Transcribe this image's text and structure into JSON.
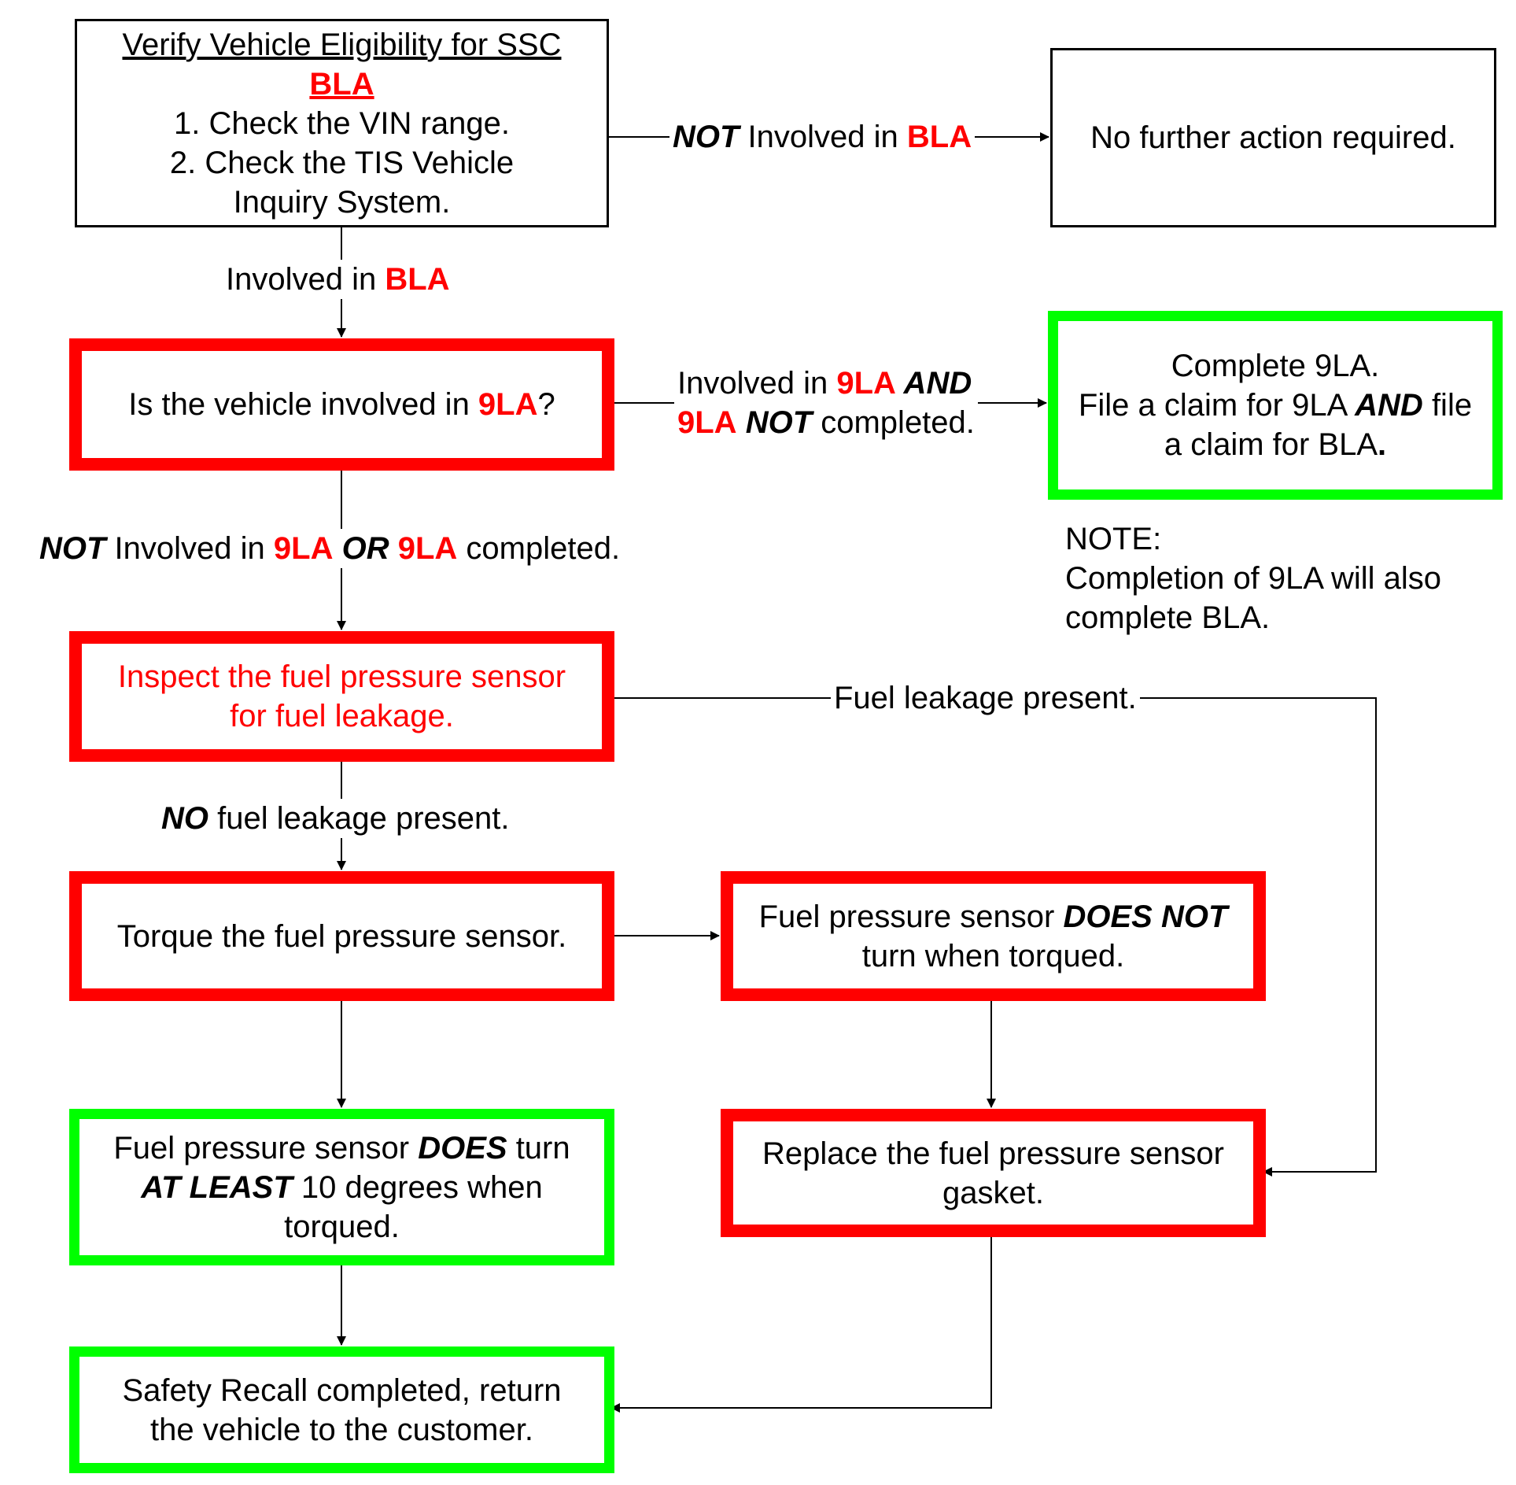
{
  "colors": {
    "alert": "#ff0000",
    "ok": "#00ff00",
    "line": "#000000"
  },
  "nodes": {
    "verify": {
      "title": "Verify Vehicle Eligibility for SSC",
      "code": "BLA",
      "step1": "1. Check the VIN range.",
      "step2a": "2. Check the TIS Vehicle",
      "step2b": "Inquiry System."
    },
    "no_action": {
      "text": "No further action required."
    },
    "q9la": {
      "pre": "Is the vehicle involved in ",
      "code": "9LA",
      "post": "?"
    },
    "complete9la": {
      "line1": "Complete 9LA.",
      "line2_pre": "File a claim for 9LA ",
      "line2_and": "AND",
      "line2_post": " file",
      "line3_pre": "a claim for BLA",
      "line3_dot": "."
    },
    "note": {
      "line1": "NOTE:",
      "line2": "Completion of 9LA will also",
      "line3": "complete BLA."
    },
    "inspect": {
      "line1": "Inspect the fuel pressure sensor",
      "line2": "for fuel leakage."
    },
    "torque": {
      "text": "Torque the fuel pressure sensor."
    },
    "no_turn": {
      "pre": "Fuel pressure sensor ",
      "emph": "DOES NOT",
      "line2": "turn when torqued."
    },
    "does_turn": {
      "pre": "Fuel pressure sensor ",
      "emph1": "DOES",
      "post1": " turn",
      "emph2": "AT LEAST",
      "post2": " 10 degrees when",
      "line3": "torqued."
    },
    "replace": {
      "line1": "Replace the fuel pressure sensor",
      "line2": "gasket."
    },
    "done": {
      "line1": "Safety Recall completed, return",
      "line2": "the vehicle to the customer."
    }
  },
  "edges": {
    "not_bla": {
      "neg": "NOT",
      "mid": " Involved in ",
      "code": "BLA"
    },
    "bla": {
      "mid": "Involved in ",
      "code": "BLA"
    },
    "yes_9la": {
      "pre": "Involved in ",
      "code1": "9LA",
      "and": " AND",
      "code2": "9LA",
      "neg": " NOT",
      "post": " completed."
    },
    "not_9la": {
      "neg": "NOT",
      "mid1": " Involved in ",
      "code1": "9LA",
      "or": " OR ",
      "code2": "9LA",
      "post": " completed."
    },
    "leak": {
      "text": "Fuel leakage present."
    },
    "no_leak": {
      "neg": "NO",
      "post": " fuel leakage present."
    }
  }
}
